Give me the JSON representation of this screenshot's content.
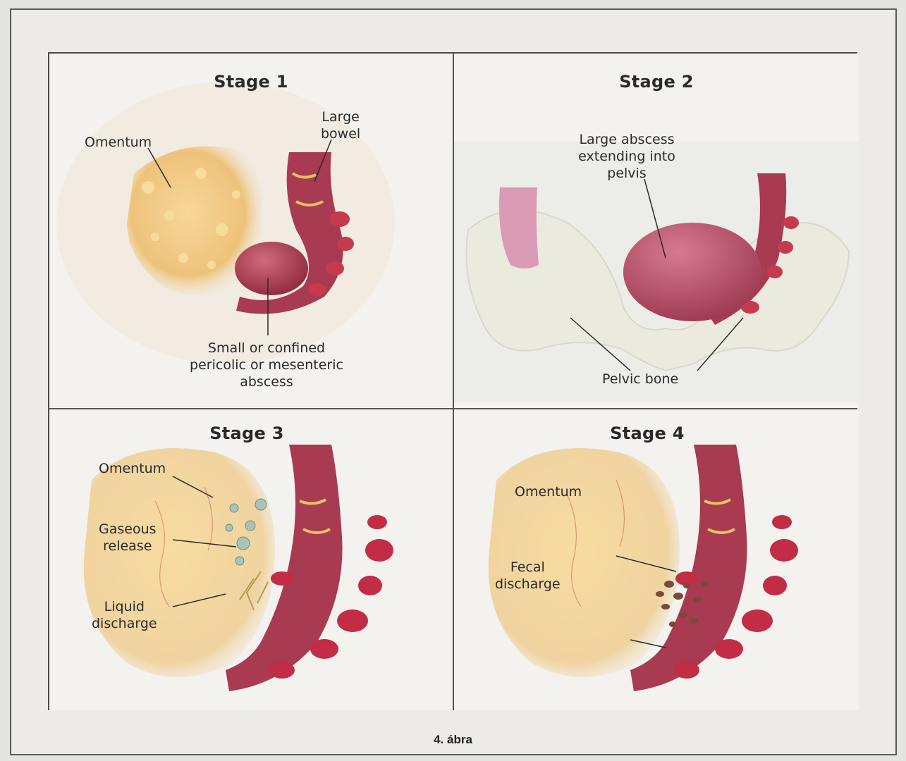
{
  "figure": {
    "caption": "4. ábra",
    "panels": [
      {
        "title": "Stage 1",
        "labels": {
          "omentum": "Omentum",
          "large_bowel": "Large\nbowel",
          "abscess": "Small or confined\npericolic or mesenteric\nabscess"
        }
      },
      {
        "title": "Stage 2",
        "labels": {
          "large_abscess": "Large abscess\nextending into\npelvis",
          "pelvic_bone": "Pelvic bone"
        }
      },
      {
        "title": "Stage 3",
        "labels": {
          "omentum": "Omentum",
          "gaseous_release": "Gaseous\nrelease",
          "liquid_discharge": "Liquid\ndischarge"
        }
      },
      {
        "title": "Stage 4",
        "labels": {
          "omentum": "Omentum",
          "fecal_discharge": "Fecal\ndischarge"
        }
      }
    ]
  }
}
